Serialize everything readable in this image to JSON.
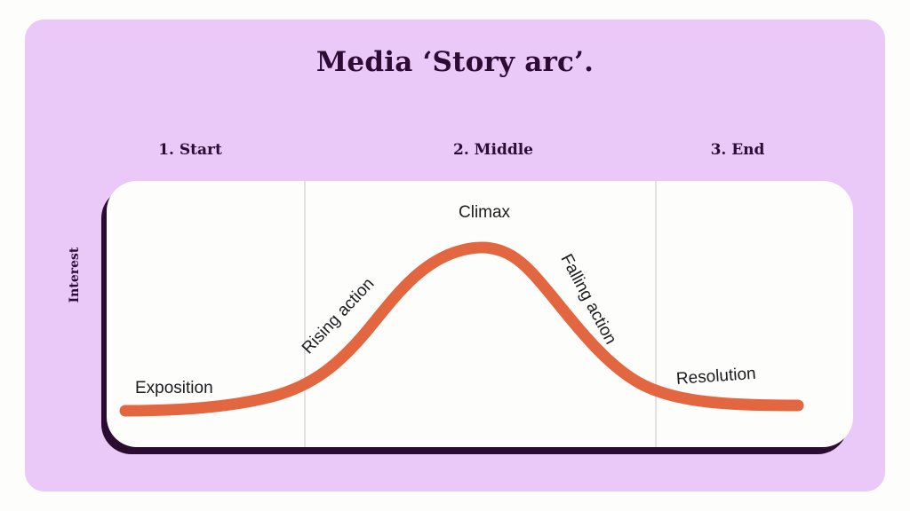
{
  "theme": {
    "page_background": "#fdfdfb",
    "panel_background": "#eac8f7",
    "card_background": "#fdfdfb",
    "shadow_color": "#2b0b2f",
    "heading_color": "#2d0b35",
    "annotation_color": "#1d1b20",
    "curve_color": "#e2663f",
    "divider_color": "#e2e2e2"
  },
  "header": {
    "title": "Media ‘Story arc’."
  },
  "stages": [
    {
      "label": "1. Start"
    },
    {
      "label": "2. Middle"
    },
    {
      "label": "3. End"
    }
  ],
  "axes": {
    "y_label": "Interest"
  },
  "chart_data": {
    "type": "line",
    "title": "Media ‘Story arc’.",
    "xlabel": "",
    "ylabel": "Interest",
    "grid": false,
    "legend": "none",
    "x": [
      0,
      1,
      2,
      3,
      4,
      5,
      6,
      7,
      8,
      9,
      10
    ],
    "values": [
      4,
      5,
      8,
      22,
      52,
      80,
      84,
      66,
      26,
      12,
      9
    ],
    "xlim": [
      0,
      10
    ],
    "ylim": [
      0,
      100
    ],
    "series": [
      {
        "name": "Interest",
        "color": "#e2663f",
        "values": [
          4,
          5,
          8,
          22,
          52,
          80,
          84,
          66,
          26,
          12,
          9
        ]
      }
    ],
    "stage_bands": [
      {
        "label": "1. Start",
        "x_range": [
          0,
          2.6
        ]
      },
      {
        "label": "2. Middle",
        "x_range": [
          2.6,
          7.3
        ]
      },
      {
        "label": "3. End",
        "x_range": [
          7.3,
          10
        ]
      }
    ],
    "annotations": [
      {
        "text": "Exposition",
        "x": 0.5,
        "y": 14,
        "rotation": 0
      },
      {
        "text": "Rising action",
        "x": 3.6,
        "y": 45,
        "rotation": -47
      },
      {
        "text": "Climax",
        "x": 5.4,
        "y": 94,
        "rotation": 0
      },
      {
        "text": "Falling action",
        "x": 7.0,
        "y": 60,
        "rotation": 62
      },
      {
        "text": "Resolution",
        "x": 8.7,
        "y": 22,
        "rotation": -4
      }
    ]
  },
  "annotations": {
    "exposition": "Exposition",
    "rising_action": "Rising action",
    "climax": "Climax",
    "falling_action": "Falling action",
    "resolution": "Resolution"
  }
}
